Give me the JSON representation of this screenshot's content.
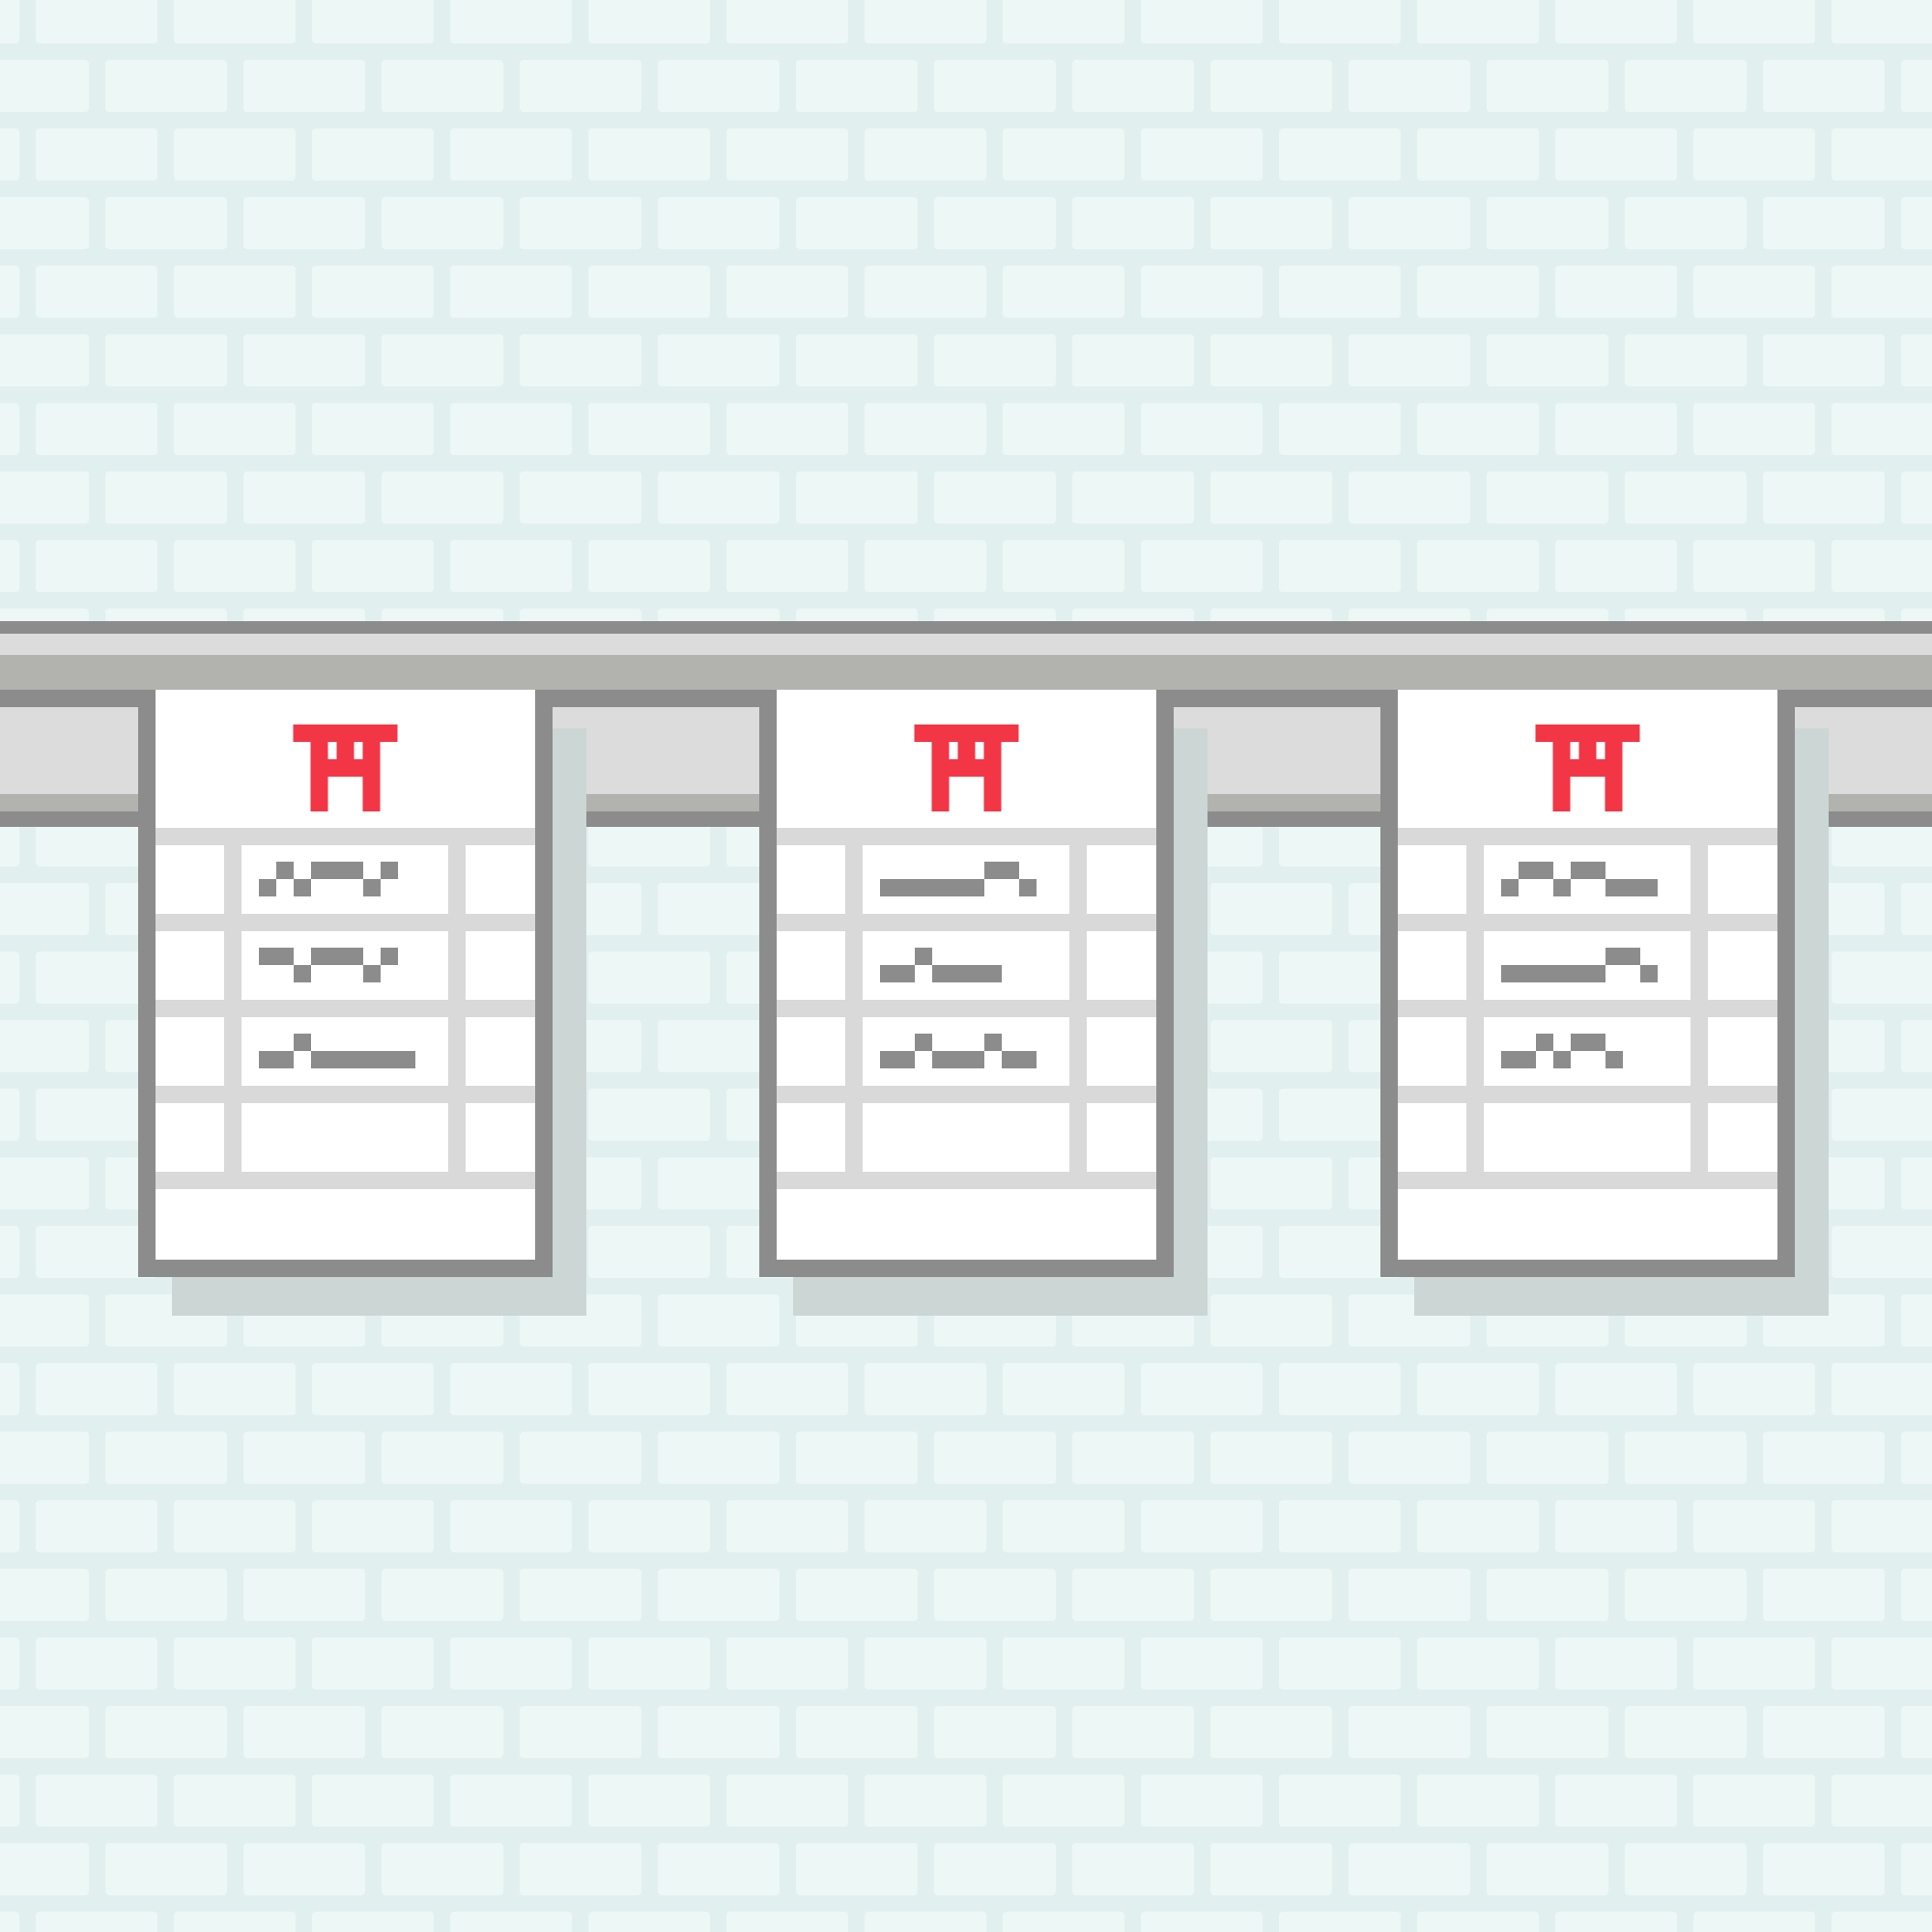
{
  "colors": {
    "wall_mortar": "#e1f0ee",
    "wall_brick": "#edf7f5",
    "rail_outline": "#8c8c8c",
    "rail_light": "#dcdcdc",
    "rail_shade": "#b2b2af",
    "board_paper": "#ffffff",
    "board_grid": "#d9d9d9",
    "board_frame": "#8c8c8c",
    "board_shadow": "#cbd6d5",
    "shrine_mark": "#f23646",
    "scribble": "#8c8c8c"
  },
  "rail": {
    "name": "hanging-rail"
  },
  "boards": [
    {
      "name": "schedule-board-1",
      "icon": "torii-gate-icon",
      "rows": [
        3,
        2,
        3,
        0
      ]
    },
    {
      "name": "schedule-board-2",
      "icon": "torii-gate-icon",
      "rows": [
        3,
        2,
        3,
        0
      ]
    },
    {
      "name": "schedule-board-3",
      "icon": "torii-gate-icon",
      "rows": [
        3,
        3,
        3,
        0
      ]
    }
  ]
}
